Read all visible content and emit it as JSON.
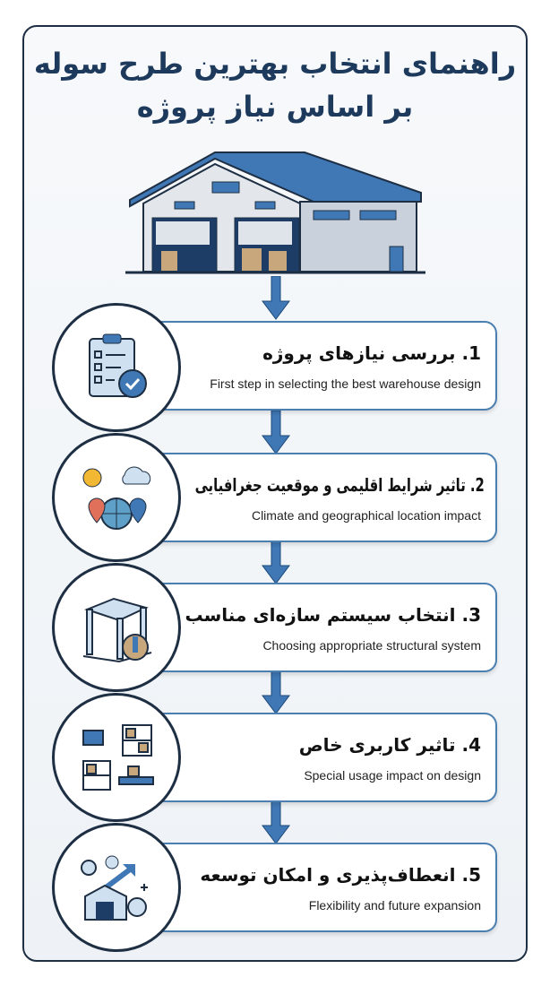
{
  "title": {
    "line1": "راهنمای انتخاب بهترین طرح سوله",
    "line2": "بر اساس نیاز پروژه"
  },
  "colors": {
    "accent": "#3f78b5",
    "navy": "#1e2f44",
    "title": "#1d3a5c"
  },
  "steps": [
    {
      "title": "1. بررسی نیازهای پروژه",
      "subtitle": "First step in selecting the best warehouse design",
      "icon": "clipboard-checklist-icon"
    },
    {
      "title": "2. تاثیر شرایط اقلیمی و موقعیت جغرافیایی",
      "subtitle": "Climate and geographical location impact",
      "icon": "climate-globe-icon"
    },
    {
      "title": "3. انتخاب سیستم سازه‌ای مناسب",
      "subtitle": "Choosing appropriate structural system",
      "icon": "steel-frame-icon"
    },
    {
      "title": "4. تاثیر کاربری خاص",
      "subtitle": "Special usage impact on design",
      "icon": "forklift-shelves-icon"
    },
    {
      "title": "5. انعطاف‌پذیری و امکان توسعه",
      "subtitle": "Flexibility and future expansion",
      "icon": "expansion-growth-icon"
    }
  ]
}
